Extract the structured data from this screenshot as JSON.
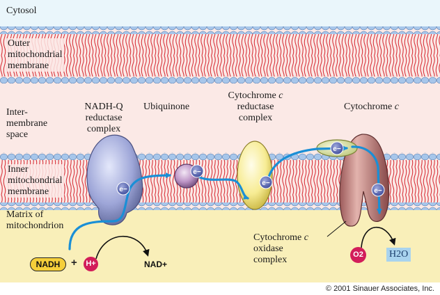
{
  "regions": {
    "cytosol": "Cytosol",
    "outer_membrane": [
      "Outer",
      "mitochondrial",
      "membrane"
    ],
    "intermembrane_space": [
      "Inter-",
      "membrane",
      "space"
    ],
    "inner_membrane": [
      "Inner",
      "mitochondrial",
      "membrane"
    ],
    "matrix": [
      "Matrix of",
      "mitochondrion"
    ]
  },
  "complexes": {
    "nadh_q": [
      "NADH-Q",
      "reductase",
      "complex"
    ],
    "ubiquinone": "Ubiquinone",
    "cyt_c_reductase": {
      "line1": "Cytochrome",
      "c": "c",
      "line2": "reductase",
      "line3": "complex"
    },
    "cyt_c": {
      "line1": "Cytochrome",
      "c": "c"
    },
    "cyt_c_oxidase": {
      "line1": "Cytochrome",
      "c": "c",
      "line2": "oxidase",
      "line3": "complex"
    }
  },
  "molecules": {
    "nadh": "NADH",
    "plus": "+",
    "h_plus": "H+",
    "nad_plus": "NAD+",
    "o2": "O2",
    "h2o": "H2O",
    "electron": "e−"
  },
  "copyright": "© 2001 Sinauer Associates, Inc.",
  "colors": {
    "cytosol_bg": "#eaf6fb",
    "ims_bg": "#fbe9e6",
    "matrix_bg": "#f9efb9",
    "lipid_head": "#9fc1e6",
    "lipid_tail": "#d8323a",
    "electron_path": "#1a8fd6"
  }
}
